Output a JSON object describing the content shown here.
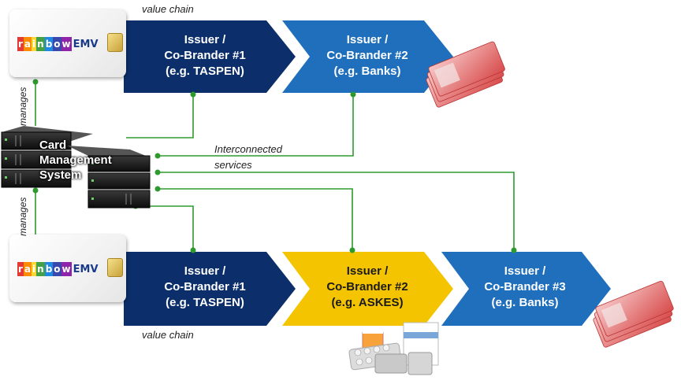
{
  "top_chain": {
    "label": "value chain",
    "steps": [
      {
        "lines": [
          "Issuer /",
          "Co-Brander #1",
          "(e.g. TASPEN)"
        ],
        "color": "#0c2f6b"
      },
      {
        "lines": [
          "Issuer /",
          "Co-Brander #2",
          "(e.g. Banks)"
        ],
        "color": "#1f6fbd"
      }
    ]
  },
  "bottom_chain": {
    "label": "value chain",
    "steps": [
      {
        "lines": [
          "Issuer /",
          "Co-Brander #1",
          "(e.g. TASPEN)"
        ],
        "color": "#0c2f6b"
      },
      {
        "lines": [
          "Issuer /",
          "Co-Brander #2",
          "(e.g. ASKES)"
        ],
        "color": "#f5c400"
      },
      {
        "lines": [
          "Issuer /",
          "Co-Brander #3",
          "(e.g. Banks)"
        ],
        "color": "#1f6fbd"
      }
    ]
  },
  "card": {
    "logo_letters": [
      "r",
      "a",
      "i",
      "n",
      "b",
      "o",
      "w"
    ],
    "logo_colors": [
      "#e53935",
      "#fb8c00",
      "#fdd835",
      "#43a047",
      "#1e88e5",
      "#3949ab",
      "#8e24aa"
    ],
    "logo_suffix": "EMV"
  },
  "cms": {
    "lines": [
      "Card",
      "Management",
      "System"
    ]
  },
  "manages_label": "manages",
  "interconnected_lines": [
    "Interconnected",
    "services"
  ],
  "connector_color": "#2e9a2e",
  "icons": {
    "money": "banknotes-icon",
    "medicine": "medicine-icon",
    "server": "server-rack-icon",
    "card": "emv-card-icon"
  }
}
